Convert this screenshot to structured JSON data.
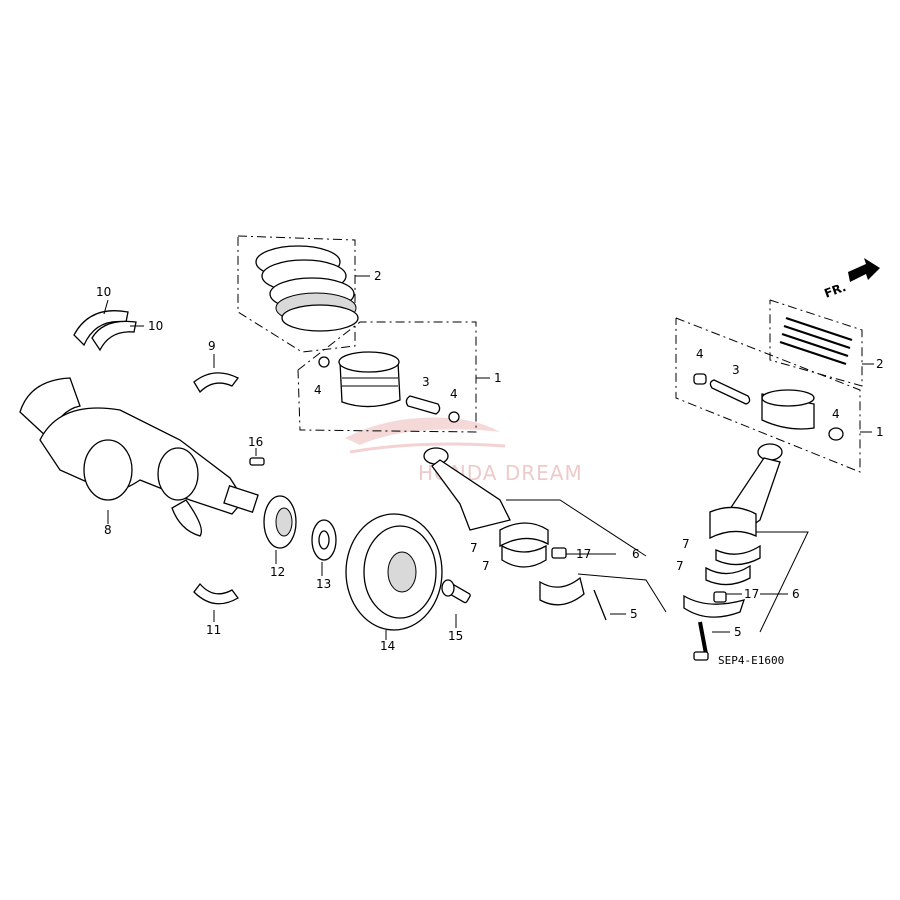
{
  "diagram": {
    "code": "SEP4-E1600",
    "front_marker": "FR.",
    "watermark": "HONDA DREAM",
    "callouts": {
      "c1a": "1",
      "c1b": "1",
      "c2a": "2",
      "c2b": "2",
      "c3a": "3",
      "c3b": "3",
      "c4a": "4",
      "c4b": "4",
      "c4c": "4",
      "c4d": "4",
      "c5a": "5",
      "c5b": "5",
      "c6a": "6",
      "c6b": "6",
      "c7a": "7",
      "c7b": "7",
      "c7c": "7",
      "c7d": "7",
      "c8": "8",
      "c9": "9",
      "c10a": "10",
      "c10b": "10",
      "c11": "11",
      "c12": "12",
      "c13": "13",
      "c14": "14",
      "c15": "15",
      "c16": "16",
      "c17a": "17",
      "c17b": "17"
    }
  }
}
